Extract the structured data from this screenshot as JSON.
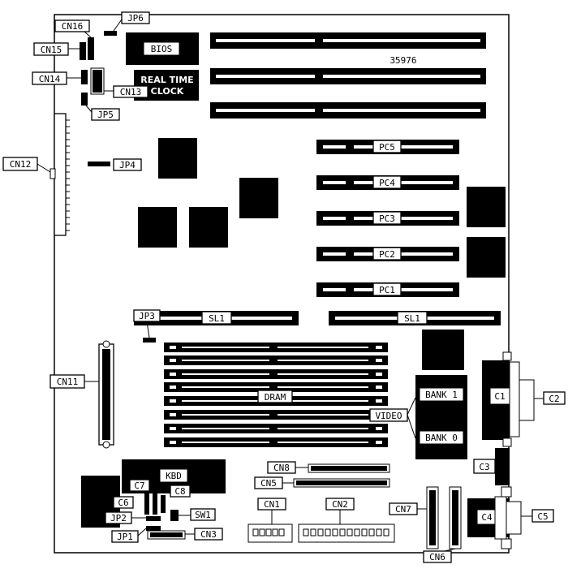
{
  "diagram": {
    "part_number": "35976",
    "chips": {
      "bios": "BIOS",
      "rtc_line1": "REAL TIME",
      "rtc_line2": "CLOCK",
      "kbd": "KBD"
    },
    "slots": {
      "pc5": "PC5",
      "pc4": "PC4",
      "pc3": "PC3",
      "pc2": "PC2",
      "pc1": "PC1",
      "sl1_left": "SL1",
      "sl1_right": "SL1"
    },
    "memory": {
      "dram": "DRAM",
      "video": "VIDEO",
      "bank1": "BANK 1",
      "bank0": "BANK 0"
    },
    "connectors": {
      "cn1": "CN1",
      "cn2": "CN2",
      "cn3": "CN3",
      "cn5": "CN5",
      "cn6": "CN6",
      "cn7": "CN7",
      "cn8": "CN8",
      "cn11": "CN11",
      "cn12": "CN12",
      "cn13": "CN13",
      "cn14": "CN14",
      "cn15": "CN15",
      "cn16": "CN16",
      "c1": "C1",
      "c2": "C2",
      "c3": "C3",
      "c4": "C4",
      "c5": "C5",
      "c6": "C6",
      "c7": "C7",
      "c8": "C8"
    },
    "jumpers": {
      "jp1": "JP1",
      "jp2": "JP2",
      "jp3": "JP3",
      "jp4": "JP4",
      "jp5": "JP5",
      "jp6": "JP6"
    },
    "switches": {
      "sw1": "SW1"
    }
  }
}
